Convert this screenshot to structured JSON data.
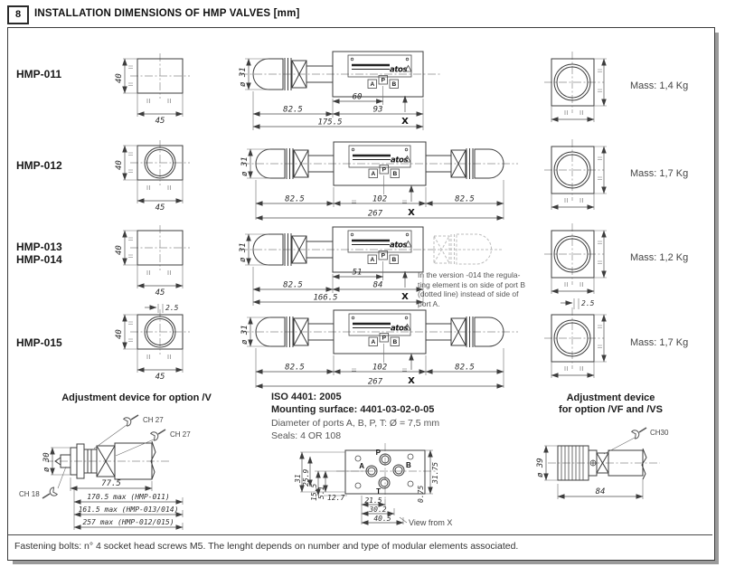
{
  "page": {
    "number": "8",
    "title": "INSTALLATION DIMENSIONS OF HMP VALVES [mm]",
    "footer": "Fastening bolts: n° 4 socket head screws M5. The lenght depends on number and type of modular elements associated."
  },
  "common": {
    "brand": "atos",
    "view_marker": "X",
    "ports": {
      "a": "A",
      "p": "P",
      "b": "B"
    }
  },
  "rows": [
    {
      "model": "HMP-011",
      "mass": "Mass: 1,4 Kg",
      "end_height": "40",
      "end_width": "45",
      "diameter": "ø 31",
      "dim_a": "60",
      "dim_b": "82.5",
      "dim_c": "93",
      "dim_total": "175.5"
    },
    {
      "model": "HMP-012",
      "mass": "Mass: 1,7 Kg",
      "end_height": "40",
      "end_width": "45",
      "diameter": "ø 31",
      "dim_left": "82.5",
      "dim_center": "102",
      "dim_right": "82.5",
      "dim_total": "267"
    },
    {
      "model": "HMP-013",
      "model2": "HMP-014",
      "mass": "Mass: 1,2 Kg",
      "end_height": "40",
      "end_width": "45",
      "diameter": "ø 31",
      "dim_a": "51",
      "dim_b": "82.5",
      "dim_c": "84",
      "dim_total": "166.5",
      "note": "In the version -014 the regula-ting element is on side of port B (dotted line) instead of side of port A."
    },
    {
      "model": "HMP-015",
      "mass": "Mass: 1,7 Kg",
      "end_height": "40",
      "end_width": "45",
      "end_offset": "2.5",
      "diameter": "ø 31",
      "dim_left": "82.5",
      "dim_center": "102",
      "dim_right": "82.5",
      "dim_total": "267"
    }
  ],
  "adjustment_v": {
    "title": "Adjustment device for option /V",
    "ch27_1": "CH 27",
    "ch27_2": "CH 27",
    "ch18": "CH 18",
    "diameter": "ø 30",
    "dim_width": "77.5",
    "max_dims": [
      "170.5 max (HMP-011)",
      "161.5 max (HMP-013/014)",
      "257 max (HMP-012/015)"
    ]
  },
  "iso": {
    "line1": "ISO 4401: 2005",
    "line2": "Mounting surface: 4401-03-02-0-05",
    "line3": "Diameter of ports A, B, P, T: Ø = 7,5 mm",
    "line4": "Seals: 4 OR 108",
    "ports": {
      "p": "P",
      "a": "A",
      "b": "B",
      "t": "T"
    },
    "dims": {
      "d31": "31",
      "d25_9": "25.9",
      "d15_5": "15.5",
      "d5_1": "5.1",
      "d12_7": "12.7",
      "d21_5": "21.5",
      "d30_2": "30.2",
      "d40_5": "40.5",
      "d31_75": "31.75",
      "d0_75": "0.75"
    },
    "caption": "View from X"
  },
  "adjustment_vfvs": {
    "title1": "Adjustment device",
    "title2": "for option /VF and /VS",
    "ch30": "CH30",
    "diameter": "ø 39",
    "dim_width": "84"
  }
}
